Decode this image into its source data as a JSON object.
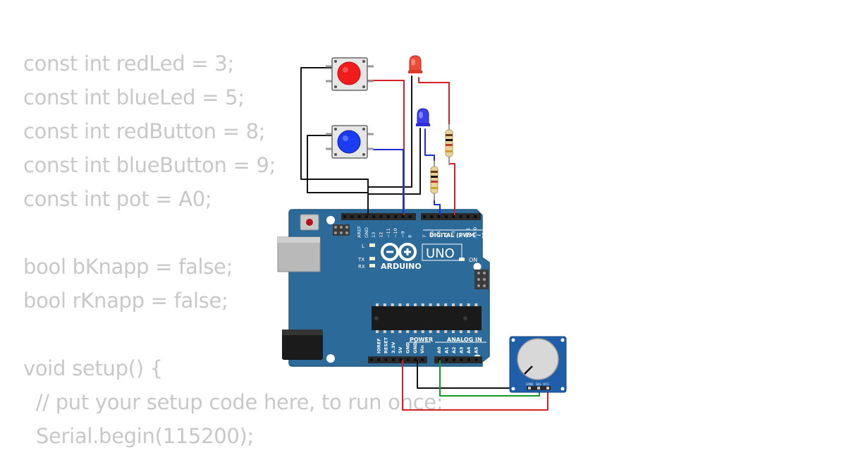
{
  "code_lines": [
    "const int redLed = 3;",
    "const int blueLed = 5;",
    "const int redButton = 8;",
    "const int blueButton = 9;",
    "const int pot = A0;",
    "",
    "bool bKnapp = false;",
    "bool rKnapp = false;",
    "",
    "void setup() {",
    "  // put your setup code here, to run once:",
    "  Serial.begin(115200);"
  ],
  "board": {
    "brand": "ARDUINO",
    "model": "UNO",
    "digital_header_label": "DIGITAL (PWM ~)",
    "power_label": "POWER",
    "analog_label": "ANALOG IN",
    "on_label": "ON",
    "l_label": "L",
    "tx_label": "TX",
    "rx_label": "RX",
    "top_pins": [
      "AREF",
      "GND",
      "13",
      "12",
      "~11",
      "~10",
      "~9",
      "8",
      "7",
      "~6",
      "~5",
      "4",
      "~3",
      "2",
      "TX 1",
      "RX 0"
    ],
    "power_pins": [
      "IOREF",
      "RESET",
      "3.3V",
      "5V",
      "GND",
      "GND",
      "Vin"
    ],
    "analog_pins": [
      "A0",
      "A1",
      "A2",
      "A3",
      "A4",
      "A5"
    ]
  },
  "potentiometer": {
    "pin_labels": [
      "GND",
      "SIG",
      "VCC"
    ]
  },
  "colors": {
    "board": "#2c6b99",
    "red_button": "#f21b1b",
    "blue_button": "#1a3cf5",
    "red_wire": "#d42222",
    "blue_wire": "#1c2fcc",
    "green_wire": "#139a29",
    "black_wire": "#111111",
    "code_text": "#c8c8c8"
  }
}
